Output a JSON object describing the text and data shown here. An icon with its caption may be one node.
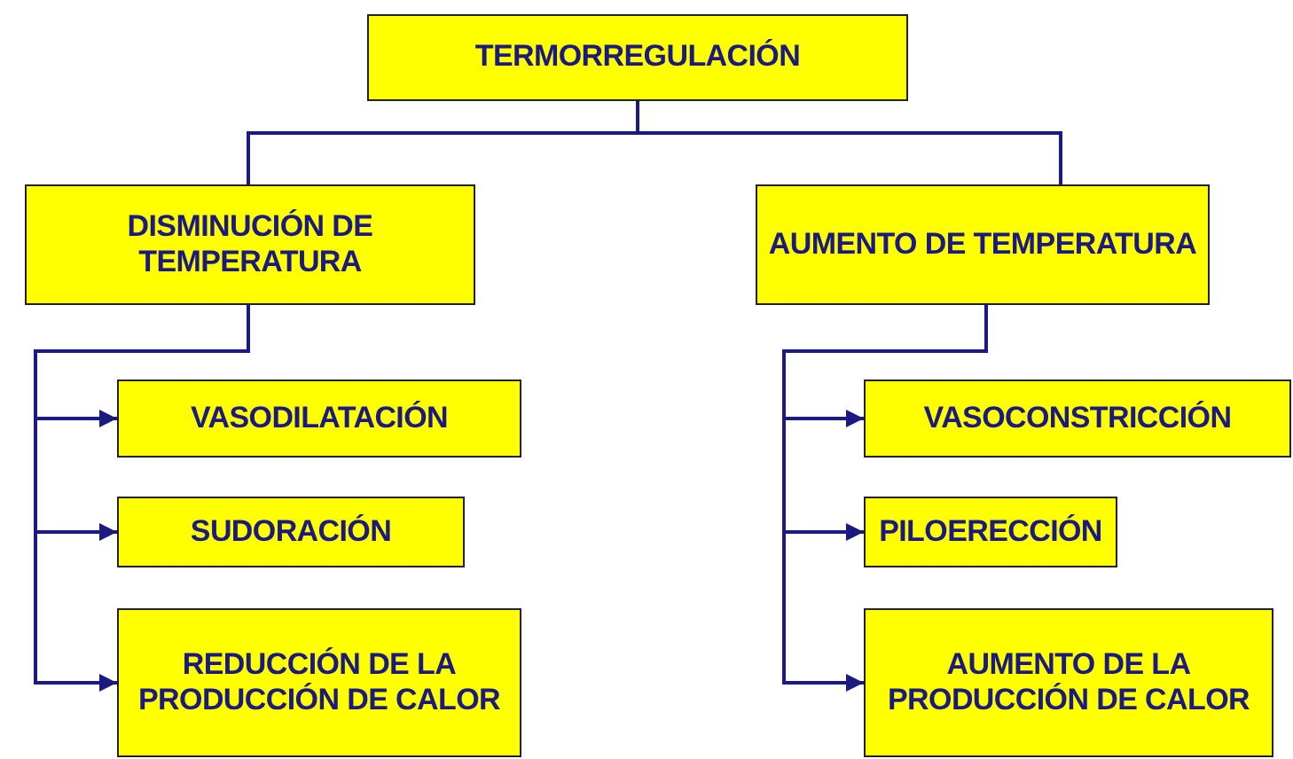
{
  "diagram": {
    "nodes": [
      {
        "text": [
          "TERMORREGULACIÓN"
        ]
      },
      {
        "text": [
          "DISMINUCIÓN DE TEMPERATURA"
        ]
      },
      {
        "text": [
          "AUMENTO DE TEMPERATURA"
        ]
      },
      {
        "text": [
          "VASODILATACIÓN"
        ]
      },
      {
        "text": [
          "SUDORACIÓN"
        ]
      },
      {
        "text": [
          "REDUCCIÓN DE LA PRODUCCIÓN DE CALOR"
        ]
      },
      {
        "text": [
          "VASOCONSTRICCIÓN"
        ]
      },
      {
        "text": [
          "PILOERECCIÓN"
        ]
      },
      {
        "text": [
          "AUMENTO DE LA PRODUCCIÓN DE CALOR"
        ]
      }
    ],
    "edges": [
      {
        "from": 0,
        "to": 1,
        "arrow": "none"
      },
      {
        "from": 0,
        "to": 2,
        "arrow": "none"
      },
      {
        "from": 1,
        "to": 3,
        "arrow": "to"
      },
      {
        "from": 1,
        "to": 4,
        "arrow": "to"
      },
      {
        "from": 1,
        "to": 5,
        "arrow": "to"
      },
      {
        "from": 2,
        "to": 6,
        "arrow": "to"
      },
      {
        "from": 2,
        "to": 7,
        "arrow": "to"
      },
      {
        "from": 2,
        "to": 8,
        "arrow": "to"
      }
    ]
  }
}
